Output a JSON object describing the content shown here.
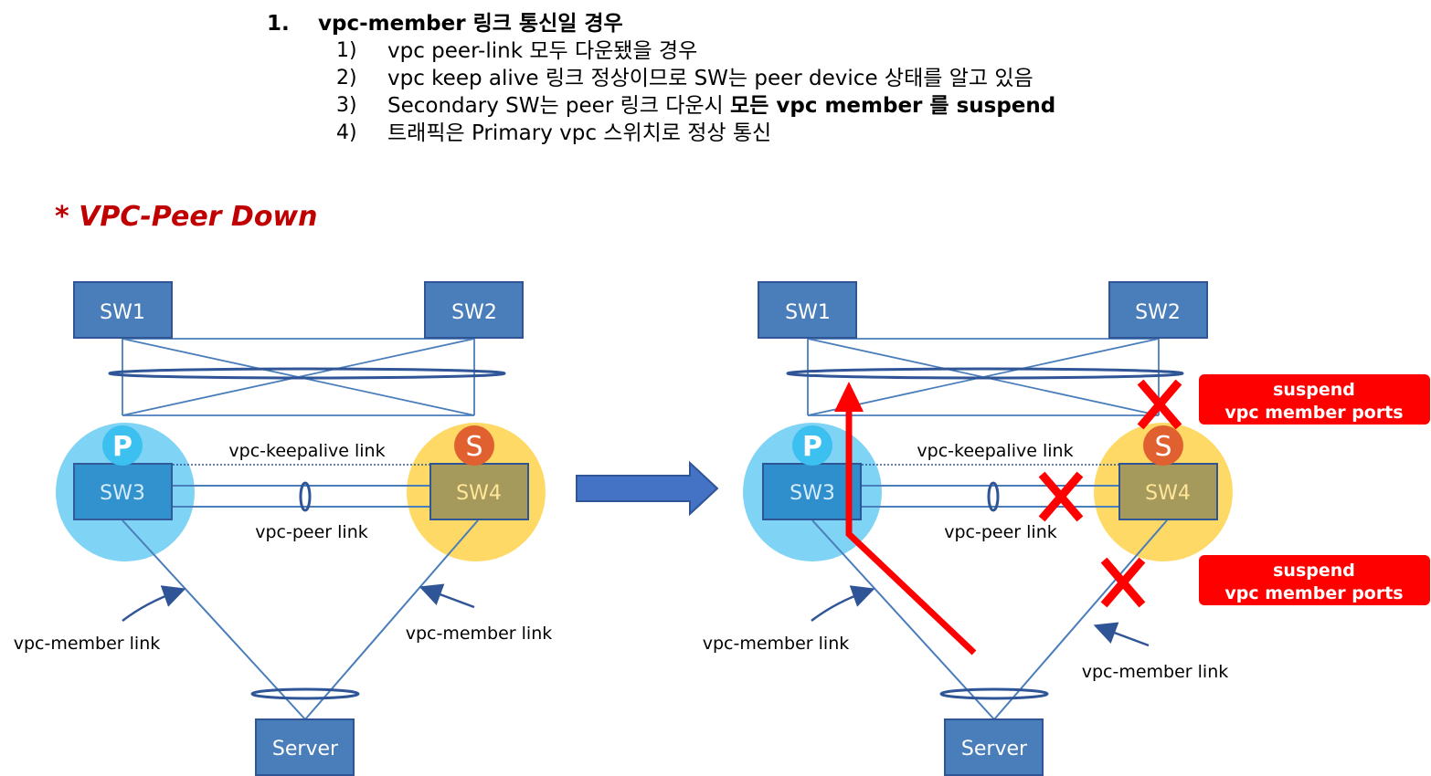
{
  "heading": {
    "number": "1.",
    "title": "vpc-member 링크 통신일 경우",
    "items": [
      {
        "num": "1)",
        "text": "vpc peer-link 모두 다운됐을 경우"
      },
      {
        "num": "2)",
        "text": "vpc keep alive 링크 정상이므로 SW는 peer device 상태를 알고 있음"
      },
      {
        "num": "3)",
        "text_plain": "Secondary SW는 peer 링크 다운시 ",
        "text_bold": "모든 vpc member 를 suspend"
      },
      {
        "num": "4)",
        "text": "트래픽은 Primary vpc 스위치로 정상 통신"
      }
    ]
  },
  "section_title": "* VPC-Peer Down",
  "left_diagram": {
    "sw1": "SW1",
    "sw2": "SW2",
    "sw3": "SW3",
    "sw4": "SW4",
    "server": "Server",
    "primary_badge": "P",
    "secondary_badge": "S",
    "keepalive_label": "vpc-keepalive link",
    "peer_label": "vpc-peer link",
    "member_label_left": "vpc-member link",
    "member_label_right": "vpc-member link"
  },
  "right_diagram": {
    "sw1": "SW1",
    "sw2": "SW2",
    "sw3": "SW3",
    "sw4": "SW4",
    "server": "Server",
    "primary_badge": "P",
    "secondary_badge": "S",
    "keepalive_label": "vpc-keepalive link",
    "peer_label": "vpc-peer link",
    "member_label_left": "vpc-member link",
    "member_label_right": "vpc-member link",
    "suspend_top": {
      "line1": "suspend",
      "line2": "vpc member ports"
    },
    "suspend_bottom": {
      "line1": "suspend",
      "line2": "vpc member ports"
    }
  },
  "colors": {
    "switch_fill": "#4a7ebb",
    "switch_border": "#2f5597",
    "primary_circle": "#7fd3f5",
    "secondary_circle": "#ffd966",
    "primary_badge": "#3cc0f0",
    "secondary_badge": "#e06030",
    "link": "#4a7ebb",
    "alert": "#ff0000",
    "title": "#c00000"
  }
}
